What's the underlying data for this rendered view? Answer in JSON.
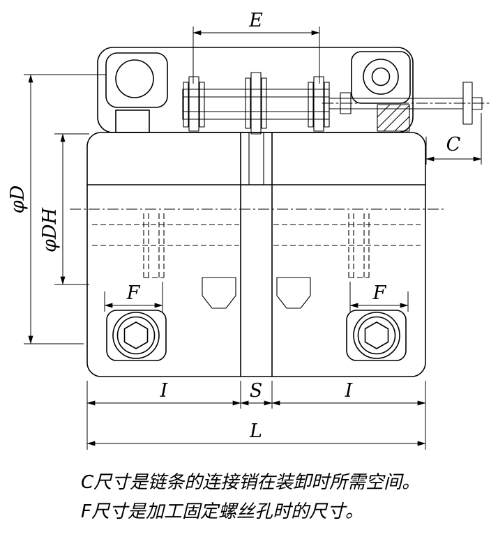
{
  "labels": {
    "top_span": "E",
    "pin_clearance": "C",
    "outer_diameter": "φD",
    "hub_diameter": "φDH",
    "screw_left": "F",
    "screw_right": "F",
    "half_left": "I",
    "center_gap": "S",
    "half_right": "I",
    "overall_length": "L"
  },
  "notes": [
    "C尺寸是链条的连接销在装卸时所需空间。",
    "F尺寸是加工固定螺丝孔时的尺寸。"
  ],
  "colors": {
    "line": "#000000",
    "background": "#ffffff"
  }
}
